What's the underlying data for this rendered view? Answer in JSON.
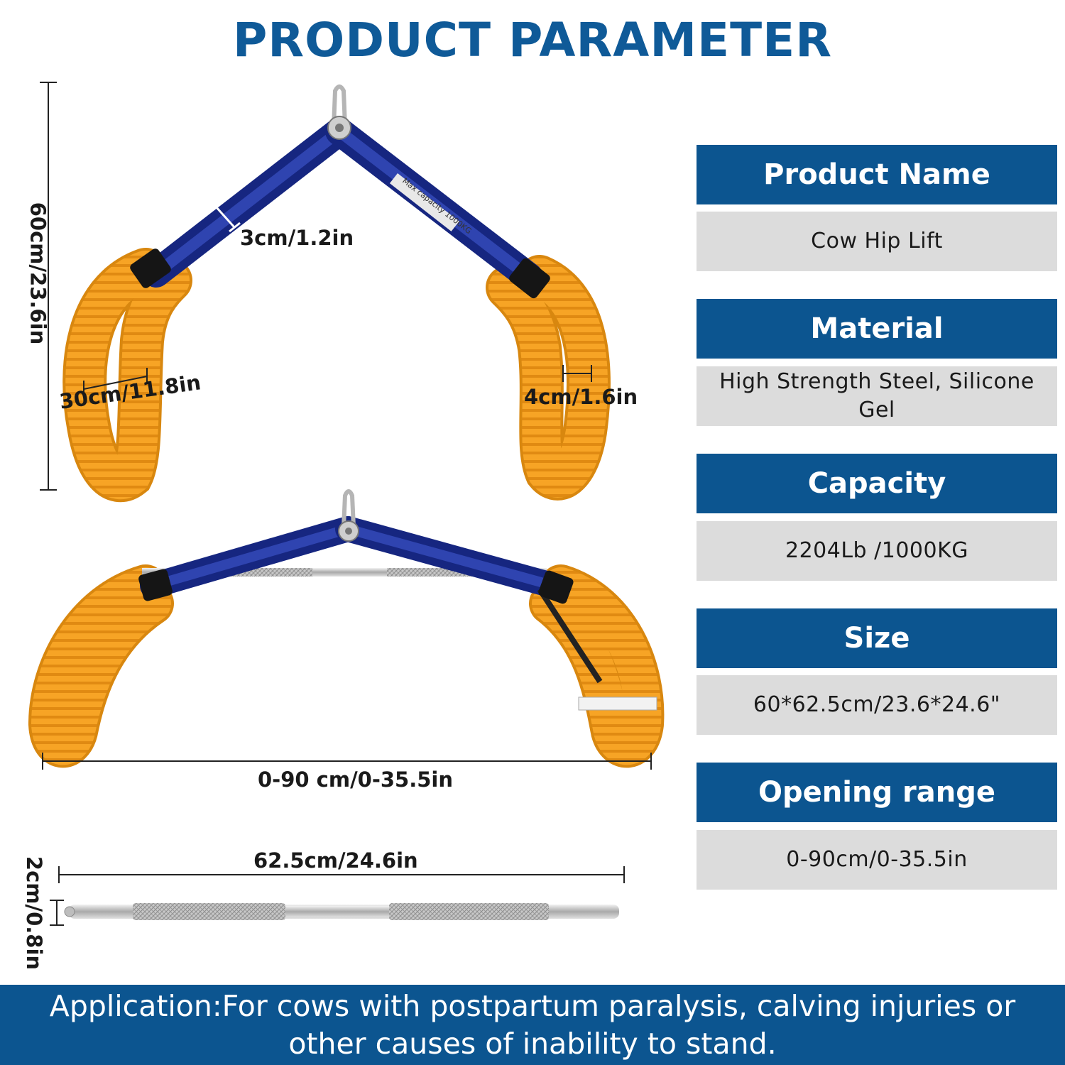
{
  "title": "PRODUCT PARAMETER",
  "specs": [
    {
      "label": "Product Name",
      "value": "Cow Hip Lift"
    },
    {
      "label": "Material",
      "value": "High Strength Steel, Silicone Gel"
    },
    {
      "label": "Capacity",
      "value": "2204Lb /1000KG"
    },
    {
      "label": "Size",
      "value": "60*62.5cm/23.6*24.6\""
    },
    {
      "label": "Opening range",
      "value": "0-90cm/0-35.5in"
    }
  ],
  "dimensions": {
    "height": "60cm/23.6in",
    "arm_width": "3cm/1.2in",
    "hook_width": "30cm/11.8in",
    "tube_width": "4cm/1.6in",
    "opening": "0-90 cm/0-35.5in",
    "rod_length": "62.5cm/24.6in",
    "rod_diameter": "2cm/0.8in"
  },
  "engraving": "Max capacity 1000KG",
  "footer": "Application:For cows with postpartum paralysis, calving injuries or other causes of inability to stand.",
  "colors": {
    "brand_blue": "#0c5590",
    "arm_blue": "#1e2f8f",
    "tube_orange": "#f5a321",
    "value_bg": "#dcdcdc"
  }
}
